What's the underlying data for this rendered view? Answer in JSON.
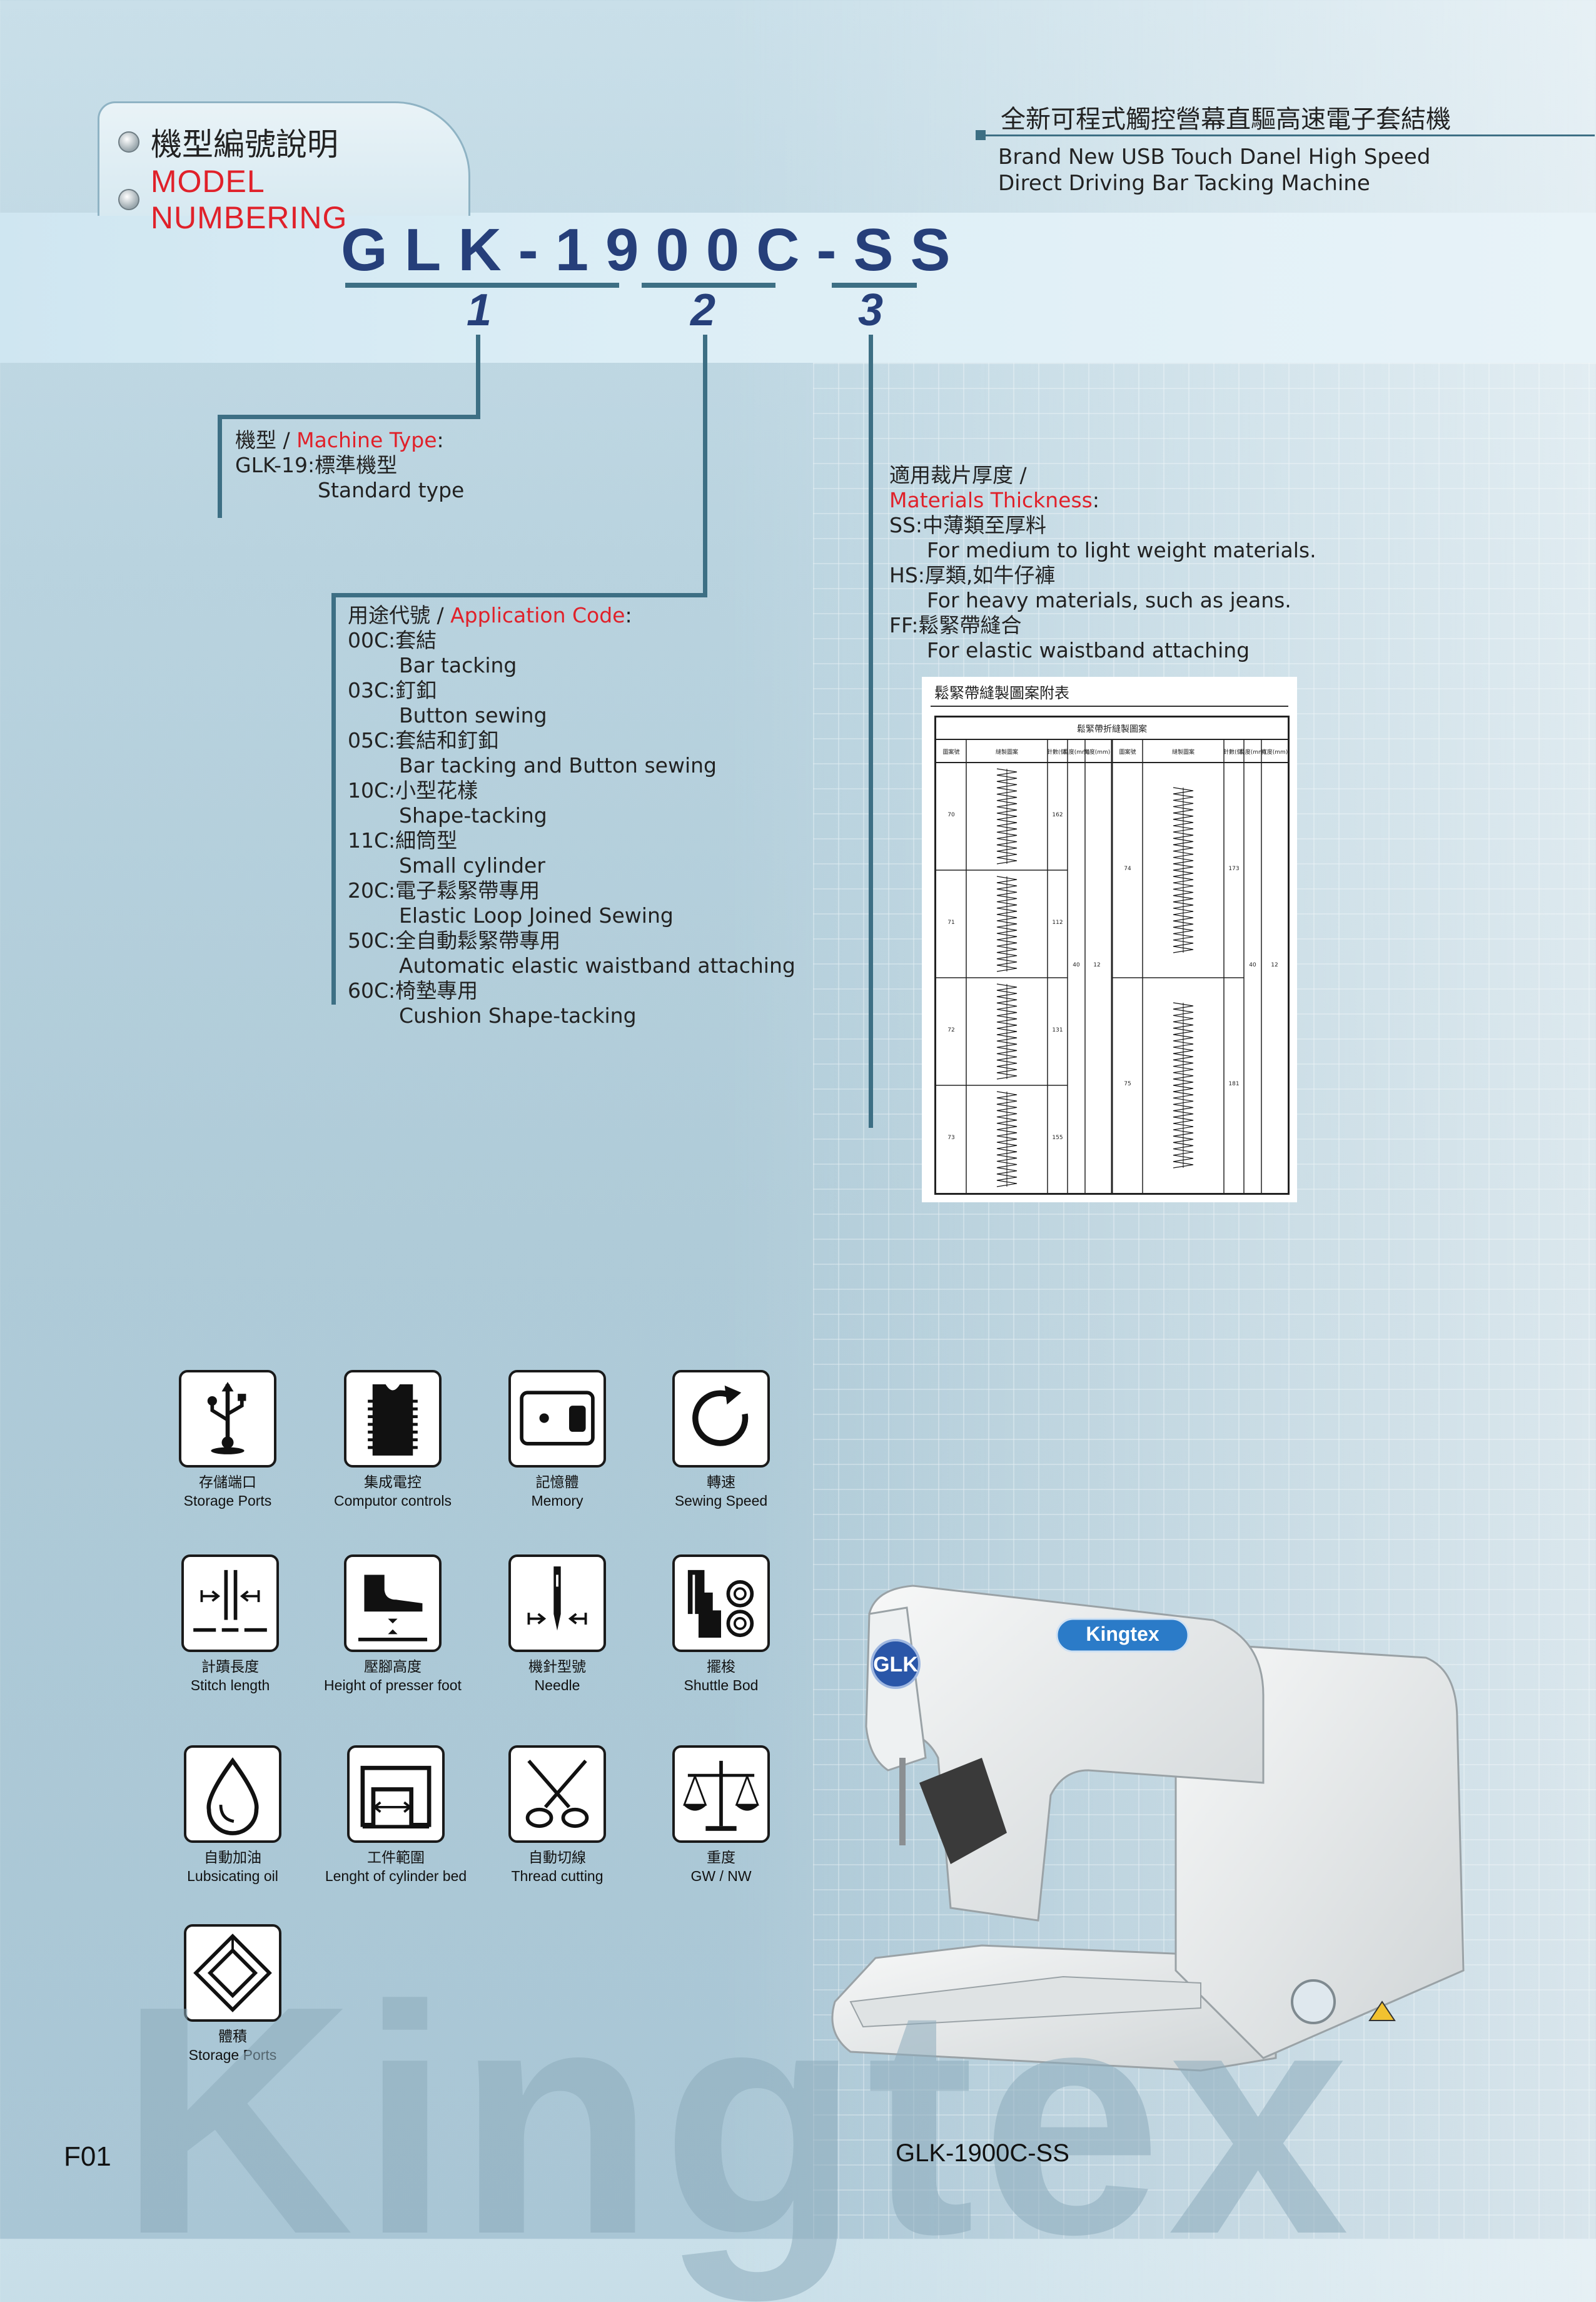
{
  "heading": {
    "zh": "機型編號說明",
    "en": "MODEL NUMBERING"
  },
  "product": {
    "zh": "全新可程式觸控營幕直驅高速電子套結機",
    "en_line1": "Brand New USB Touch Danel High Speed",
    "en_line2": "Direct Driving Bar Tacking Machine"
  },
  "model_code": "GLK-1900C-SS",
  "digits": [
    "1",
    "2",
    "3"
  ],
  "machine_type": {
    "zh": "機型",
    "slash": " / ",
    "en": "Machine Type",
    "colon": ":",
    "code": "GLK-19:標準機型",
    "desc": "Standard type"
  },
  "application": {
    "zh": "用途代號",
    "slash": " / ",
    "en": "Application Code",
    "colon": ":",
    "items": [
      {
        "code": "00C:套結",
        "desc": "Bar tacking"
      },
      {
        "code": "03C:釘釦",
        "desc": "Button sewing"
      },
      {
        "code": "05C:套結和釘釦",
        "desc": "Bar tacking and Button sewing"
      },
      {
        "code": "10C:小型花樣",
        "desc": "Shape-tacking"
      },
      {
        "code": "11C:細筒型",
        "desc": "Small cylinder"
      },
      {
        "code": "20C:電子鬆緊帶專用",
        "desc": "Elastic Loop Joined Sewing"
      },
      {
        "code": "50C:全自動鬆緊帶專用",
        "desc": "Automatic elastic waistband attaching"
      },
      {
        "code": "60C:椅墊專用",
        "desc": "Cushion Shape-tacking"
      }
    ]
  },
  "materials": {
    "zh": "適用裁片厚度",
    "slash": " /",
    "en": "Materials Thickness",
    "colon": ":",
    "items": [
      {
        "code": "SS:中薄類至厚料",
        "desc": "For medium to light weight materials."
      },
      {
        "code": "HS:厚類,如牛仔褲",
        "desc": "For heavy materials, such as jeans."
      },
      {
        "code": "FF:鬆緊帶縫合",
        "desc": "For elastic waistband attaching"
      }
    ]
  },
  "pattern_table": {
    "title": "鬆緊帶縫製圖案附表",
    "caption": "鬆緊帶折縫製圖案",
    "headers": [
      "圖案號",
      "縫製圖案",
      "針數(個)",
      "長度(mm)",
      "寬度(mm)"
    ],
    "rows_left": [
      {
        "no": "70",
        "stitches": "162"
      },
      {
        "no": "71",
        "stitches": "112"
      },
      {
        "no": "72",
        "stitches": "131"
      },
      {
        "no": "73",
        "stitches": "155"
      }
    ],
    "rows_right": [
      {
        "no": "74",
        "stitches": "173"
      },
      {
        "no": "75",
        "stitches": "181"
      }
    ],
    "length": "40",
    "width": "12"
  },
  "features": [
    {
      "zh": "存儲端口",
      "en": "Storage Ports",
      "icon": "usb-icon"
    },
    {
      "zh": "集成電控",
      "en": "Computor controls",
      "icon": "chip-icon"
    },
    {
      "zh": "記憶體",
      "en": "Memory",
      "icon": "memory-card-icon"
    },
    {
      "zh": "轉速",
      "en": "Sewing Speed",
      "icon": "rotation-icon"
    },
    {
      "zh": "計蹟長度",
      "en": "Stitch length",
      "icon": "stitch-length-icon"
    },
    {
      "zh": "壓腳高度",
      "en": "Height of presser foot",
      "icon": "presser-foot-icon"
    },
    {
      "zh": "機針型號",
      "en": "Needle",
      "icon": "needle-icon"
    },
    {
      "zh": "擺梭",
      "en": "Shuttle Bod",
      "icon": "shuttle-icon"
    },
    {
      "zh": "自動加油",
      "en": "Lubsicating oil",
      "icon": "oil-drop-icon"
    },
    {
      "zh": "工件範圍",
      "en": "Lenght of cylinder bed",
      "icon": "cylinder-bed-icon"
    },
    {
      "zh": "自動切線",
      "en": "Thread cutting",
      "icon": "scissors-icon"
    },
    {
      "zh": "重度",
      "en": "GW / NW",
      "icon": "scale-icon"
    },
    {
      "zh": "體積",
      "en": "Storage Ports",
      "icon": "volume-box-icon"
    }
  ],
  "machine": {
    "brand": "Kingtex",
    "badge": "GLK"
  },
  "watermark": "Kingtex",
  "page_number": "F01",
  "caption": "GLK-1900C-SS"
}
